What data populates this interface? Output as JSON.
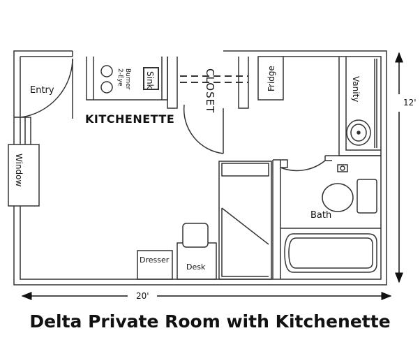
{
  "title": "Delta Private Room with Kitchenette",
  "rooms": {
    "kitchenette": "KITCHENETTE",
    "closet": "CLOSET",
    "bath": "Bath",
    "entry": "Entry",
    "window": "Window"
  },
  "fixtures": {
    "sink": "Sink",
    "burner": "2-Eye Burner",
    "fridge": "Fridge",
    "vanity": "Vanity",
    "dresser": "Dresser",
    "desk": "Desk"
  },
  "dimensions": {
    "width": "20'",
    "height": "12'"
  }
}
